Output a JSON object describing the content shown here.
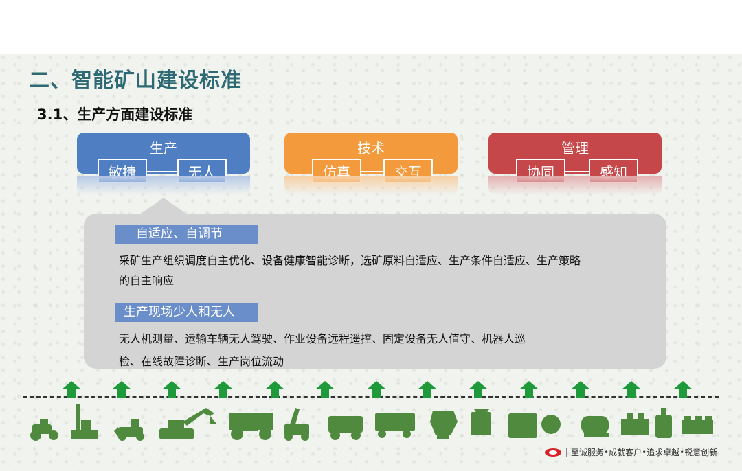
{
  "title": "二、智能矿山建设标准",
  "subtitle": "3.1、生产方面建设标准",
  "categories": [
    {
      "title": "生产",
      "chips": [
        "敏捷",
        "无人"
      ],
      "color": "#4f7fc2"
    },
    {
      "title": "技术",
      "chips": [
        "仿真",
        "交互"
      ],
      "color": "#f29a3c"
    },
    {
      "title": "管理",
      "chips": [
        "协同",
        "感知"
      ],
      "color": "#c6474a"
    }
  ],
  "sections": [
    {
      "tag": "自适应、自调节",
      "lines": [
        "采矿生产组织调度自主优化、设备健康智能诊断，选矿原料自适应、生产条件自适应、生产策略",
        "的自主响应"
      ]
    },
    {
      "tag": "生产现场少人和无人",
      "lines": [
        "无人机测量、运输车辆无人驾驶、作业设备远程遥控、固定设备无人值守、机器人巡",
        "检、在线故障诊断、生产岗位流动"
      ]
    }
  ],
  "arrow_color": "#1f9a3b",
  "equipment_color": "#4f8a3e",
  "equipment": [
    "roller-icon",
    "drill-rig-icon",
    "loader-icon",
    "excavator-icon",
    "dump-truck-icon",
    "scaler-icon",
    "mining-truck-icon",
    "transport-truck-icon",
    "crusher-icon",
    "cone-crusher-icon",
    "jaw-crusher-icon",
    "ball-mill-icon",
    "flotation-cell-icon",
    "thickener-icon",
    "filter-press-icon"
  ],
  "footer": {
    "slogan": "至诚服务•成就客户•追求卓越•锐意创新"
  }
}
